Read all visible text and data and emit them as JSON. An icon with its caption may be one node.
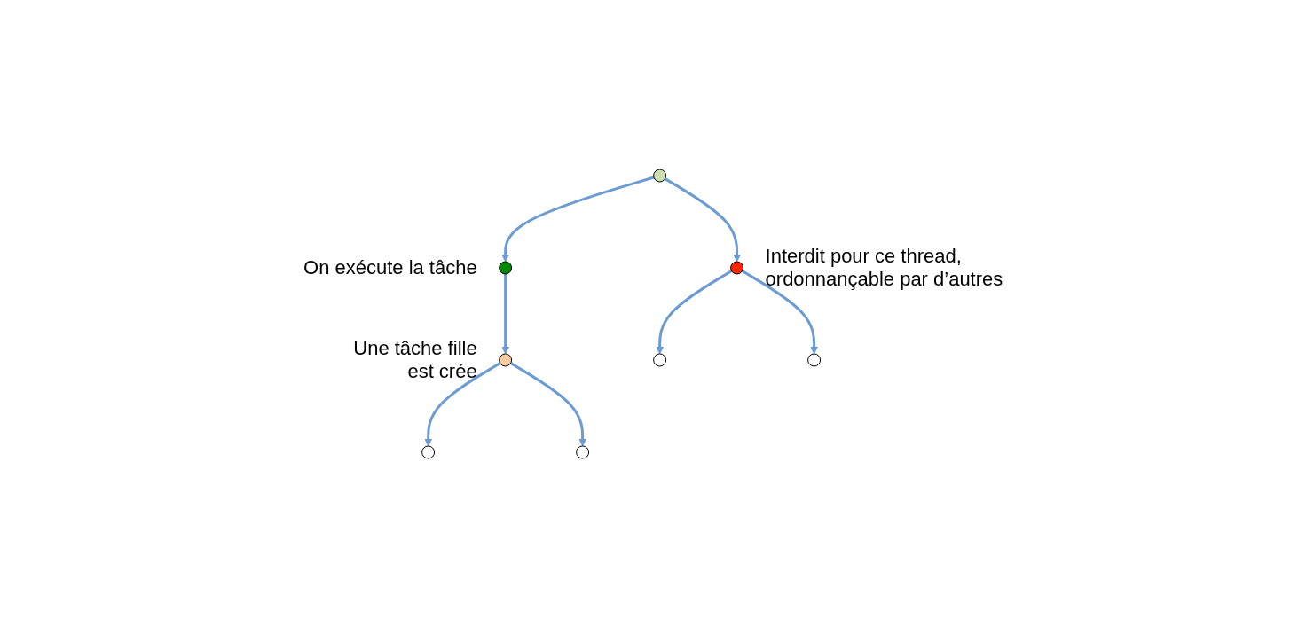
{
  "diagram": {
    "nodes": [
      {
        "text": [],
        "shape": "circle"
      },
      {
        "text": [],
        "shape": "circle",
        "beside": [
          "On exécute la tâche"
        ]
      },
      {
        "text": [],
        "shape": "circle",
        "beside": [
          "Interdit pour ce thread, ordonnançable par d’autres"
        ]
      },
      {
        "text": [],
        "shape": "circle",
        "beside": [
          "Une tâche fille est crée"
        ]
      },
      {
        "text": [],
        "shape": "circle"
      },
      {
        "text": [],
        "shape": "circle"
      },
      {
        "text": [],
        "shape": "circle"
      },
      {
        "text": [],
        "shape": "circle"
      }
    ],
    "edges": [
      {
        "from": 0,
        "to": 1,
        "arrow": "to"
      },
      {
        "from": 0,
        "to": 2,
        "arrow": "to"
      },
      {
        "from": 1,
        "to": 3,
        "arrow": "to"
      },
      {
        "from": 2,
        "to": 4,
        "arrow": "to"
      },
      {
        "from": 2,
        "to": 5,
        "arrow": "to"
      },
      {
        "from": 3,
        "to": 6,
        "arrow": "to"
      },
      {
        "from": 3,
        "to": 7,
        "arrow": "to"
      }
    ]
  }
}
